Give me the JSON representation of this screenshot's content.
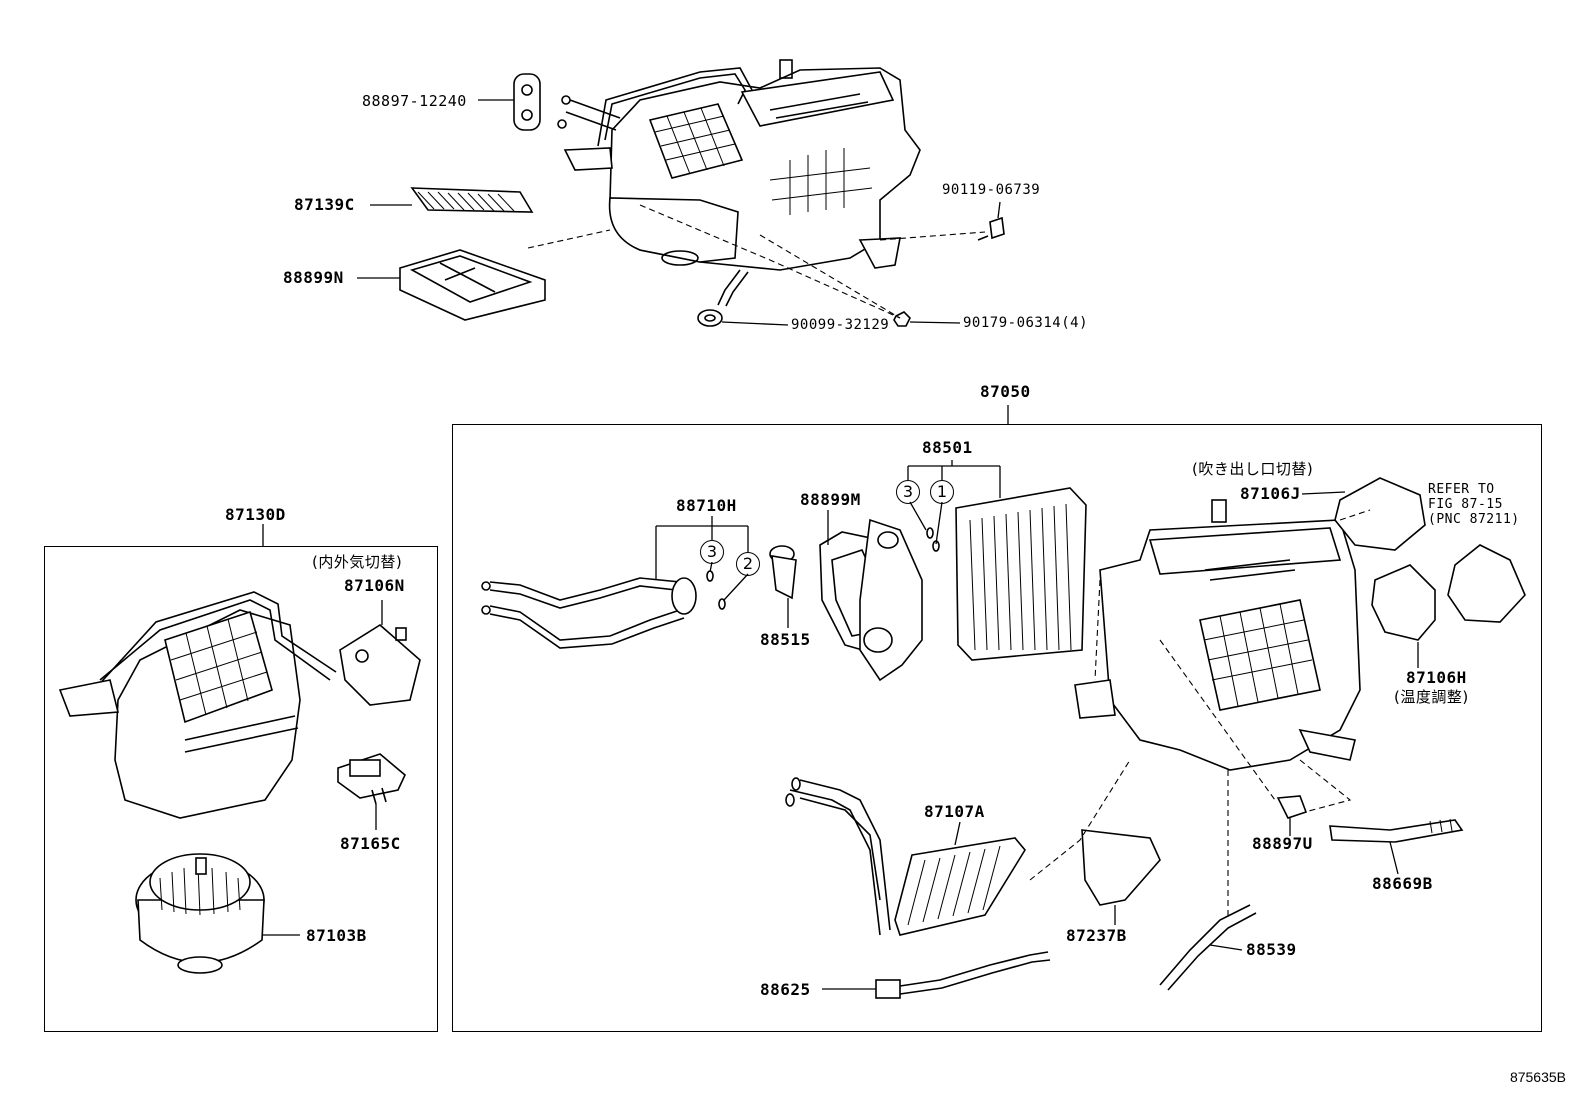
{
  "top_assembly": {
    "labels": {
      "p88897_12240": "88897-12240",
      "p87139C": "87139C",
      "p88899N": "88899N",
      "p90119_06739": "90119-06739",
      "p90099_32129": "90099-32129",
      "p90179_06314": "90179-06314(4)"
    }
  },
  "blower_group": {
    "title": "87130D",
    "labels": {
      "jp_inout": "(内外気切替)",
      "p87106N": "87106N",
      "p87165C": "87165C",
      "p87103B": "87103B"
    }
  },
  "unit_group": {
    "title": "87050",
    "labels": {
      "p88501": "88501",
      "p88710H": "88710H",
      "p88899M": "88899M",
      "p88515": "88515",
      "jp_outlet": "(吹き出し口切替)",
      "p87106J": "87106J",
      "refer_line1": "REFER TO",
      "refer_line2": "FIG 87-15",
      "refer_line3": "(PNC 87211)",
      "p87106H": "87106H",
      "jp_temp": "(温度調整)",
      "p87107A": "87107A",
      "p88897U": "88897U",
      "p88669B": "88669B",
      "p87237B": "87237B",
      "p88539": "88539",
      "p88625": "88625"
    },
    "circles": {
      "c3a": "3",
      "c1": "1",
      "c3b": "3",
      "c2": "2"
    }
  },
  "figure_id": "875635B"
}
